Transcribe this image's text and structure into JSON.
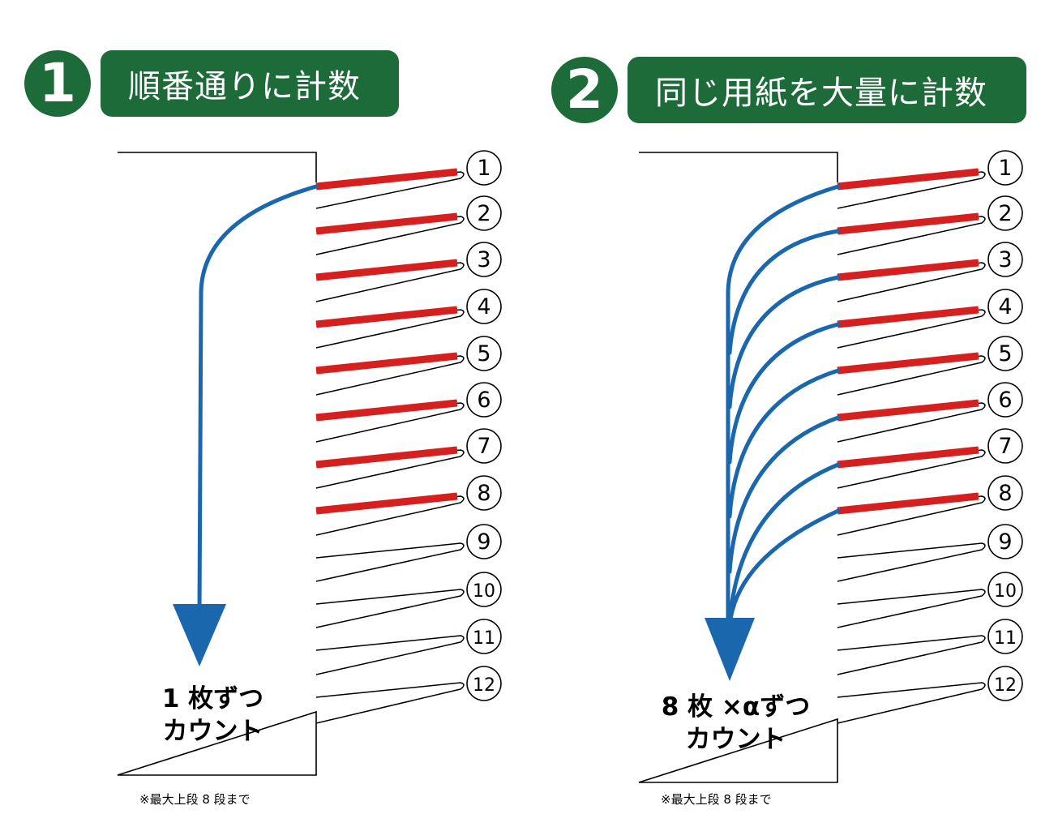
{
  "section1": {
    "number": "1",
    "title": "順番通りに計数",
    "caption_line1": "1 枚ずつ",
    "caption_line2": "カウント",
    "note": "※最大上段 8 段まで"
  },
  "section2": {
    "number": "2",
    "title": "同じ用紙を大量に計数",
    "caption_line1": "8 枚 ×αずつ",
    "caption_line2": "カウント",
    "note": "※最大上段 8 段まで"
  },
  "tray_labels": [
    "1",
    "2",
    "3",
    "4",
    "5",
    "6",
    "7",
    "8",
    "9",
    "10",
    "11",
    "12"
  ],
  "highlighted_trays": 8,
  "colors": {
    "green": "#1e6b3a",
    "red": "#d62020",
    "blue": "#1a67ad",
    "black": "#000000"
  }
}
